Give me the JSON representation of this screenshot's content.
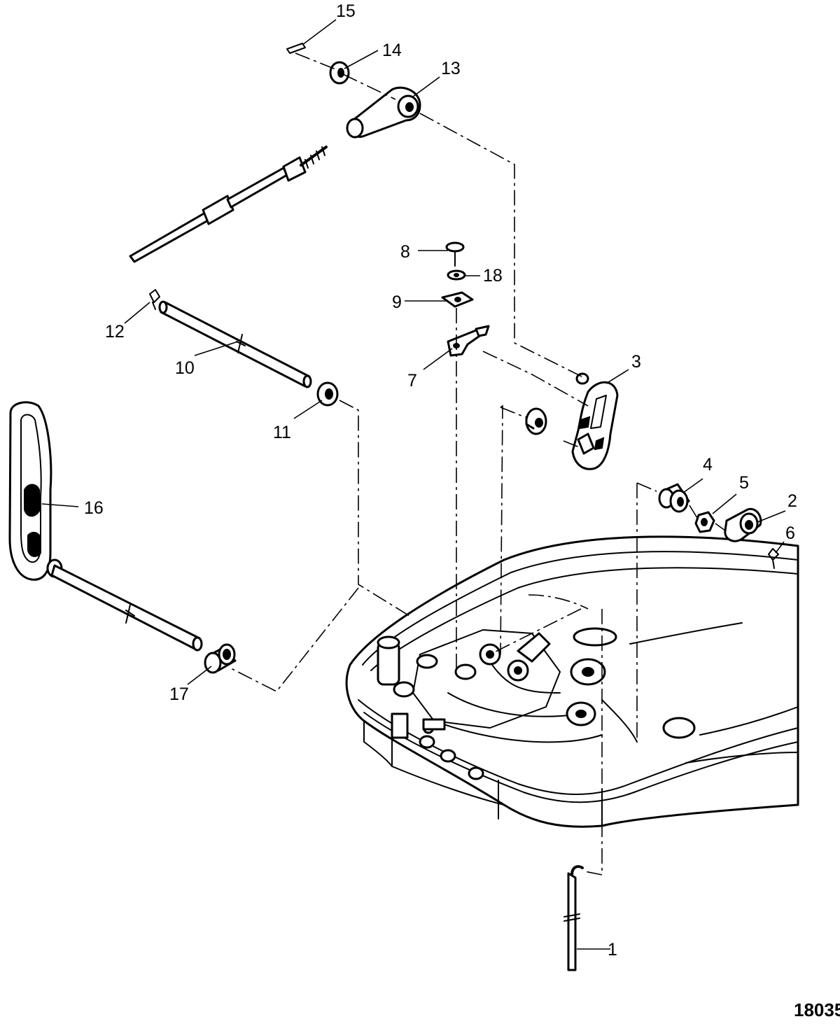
{
  "callouts": {
    "c1": "1",
    "c2": "2",
    "c3": "3",
    "c4": "4",
    "c5": "5",
    "c6": "6",
    "c7": "7",
    "c8": "8",
    "c9": "9",
    "c10": "10",
    "c11": "11",
    "c12": "12",
    "c13": "13",
    "c14": "14",
    "c15": "15",
    "c16": "16",
    "c17": "17",
    "c18": "18"
  },
  "figure_number": "18035"
}
